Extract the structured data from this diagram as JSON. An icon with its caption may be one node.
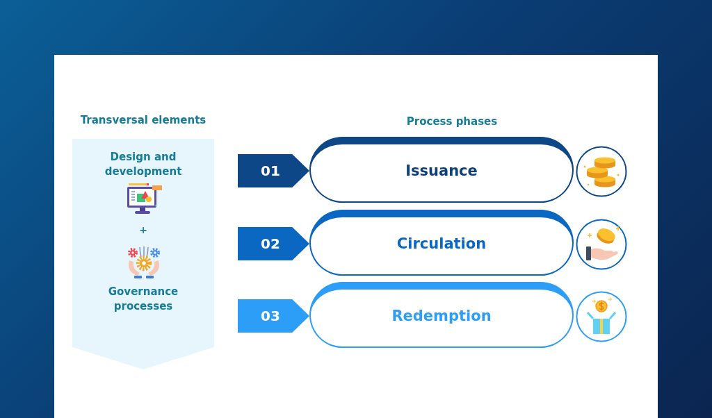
{
  "diagram": {
    "nodes": [
      {
        "text": [
          "Transversal elements",
          "Design and development",
          "+",
          "Governance processes"
        ]
      },
      {
        "text": [
          "01"
        ]
      },
      {
        "text": [
          "Issuance"
        ]
      },
      {
        "text": [
          "02"
        ]
      },
      {
        "text": [
          "Circulation"
        ]
      },
      {
        "text": [
          "03"
        ]
      },
      {
        "text": [
          "Redemption"
        ]
      }
    ],
    "labels": [
      "Process phases"
    ]
  }
}
